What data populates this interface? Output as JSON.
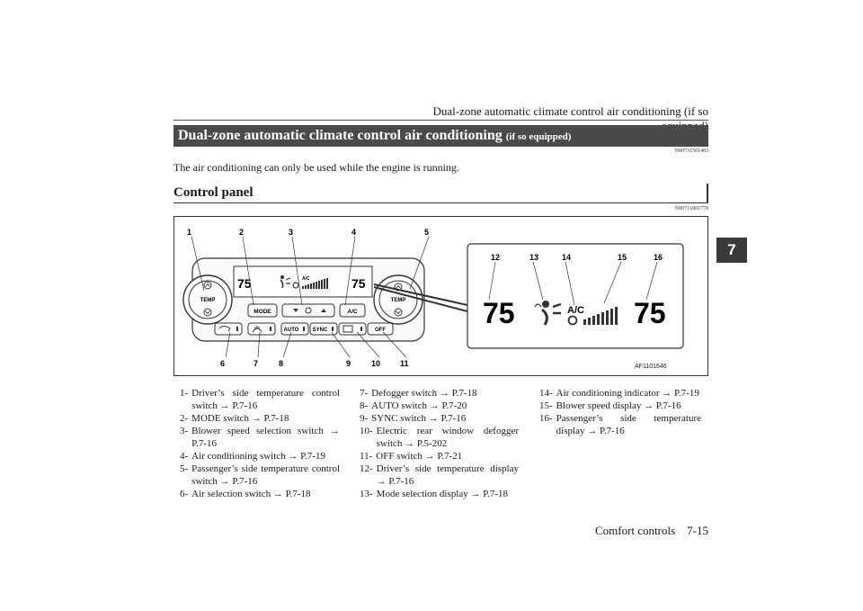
{
  "header": {
    "running_title": "Dual-zone automatic climate control air conditioning (if so equipped)",
    "chapter_tab": "7"
  },
  "section": {
    "title": "Dual-zone automatic climate control air conditioning",
    "title_suffix": "(if so equipped)",
    "code": "N00731501483",
    "intro": "The air conditioning can only be used while the engine is running."
  },
  "subsection": {
    "title": "Control panel",
    "code": "N00711801770"
  },
  "figure": {
    "code": "AF1101646",
    "callouts": [
      "1",
      "2",
      "3",
      "4",
      "5",
      "6",
      "7",
      "8",
      "9",
      "10",
      "11",
      "12",
      "13",
      "14",
      "15",
      "16"
    ],
    "panel_labels": {
      "temp": "TEMP",
      "mode": "MODE",
      "ac": "A/C",
      "auto": "AUTO",
      "sync": "SYNC",
      "off": "OFF",
      "display_temp": "75",
      "display_ac": "A/C"
    }
  },
  "items": {
    "col1": [
      {
        "num": "1-",
        "text": "Driver’s side temperature control switch → P.7-16"
      },
      {
        "num": "2-",
        "text": "MODE switch → P.7-18"
      },
      {
        "num": "3-",
        "text": "Blower speed selection switch → P.7-16"
      },
      {
        "num": "4-",
        "text": "Air conditioning switch → P.7-19"
      },
      {
        "num": "5-",
        "text": "Passenger’s side temperature control switch → P.7-16"
      },
      {
        "num": "6-",
        "text": "Air selection switch → P.7-18"
      }
    ],
    "col2": [
      {
        "num": "7-",
        "text": "Defogger switch → P.7-18"
      },
      {
        "num": "8-",
        "text": "AUTO switch → P.7-20"
      },
      {
        "num": "9-",
        "text": "SYNC switch → P.7-16"
      },
      {
        "num": "10-",
        "text": "Electric rear window defogger switch → P.5-202"
      },
      {
        "num": "11-",
        "text": "OFF switch → P.7-21"
      },
      {
        "num": "12-",
        "text": "Driver’s side temperature display → P.7-16"
      },
      {
        "num": "13-",
        "text": "Mode selection display → P.7-18"
      }
    ],
    "col3": [
      {
        "num": "14-",
        "text": "Air conditioning indicator → P.7-19"
      },
      {
        "num": "15-",
        "text": "Blower speed display → P.7-16"
      },
      {
        "num": "16-",
        "text": "Passenger’s side temperature display → P.7-16"
      }
    ]
  },
  "footer": {
    "section": "Comfort controls",
    "page": "7-15"
  }
}
